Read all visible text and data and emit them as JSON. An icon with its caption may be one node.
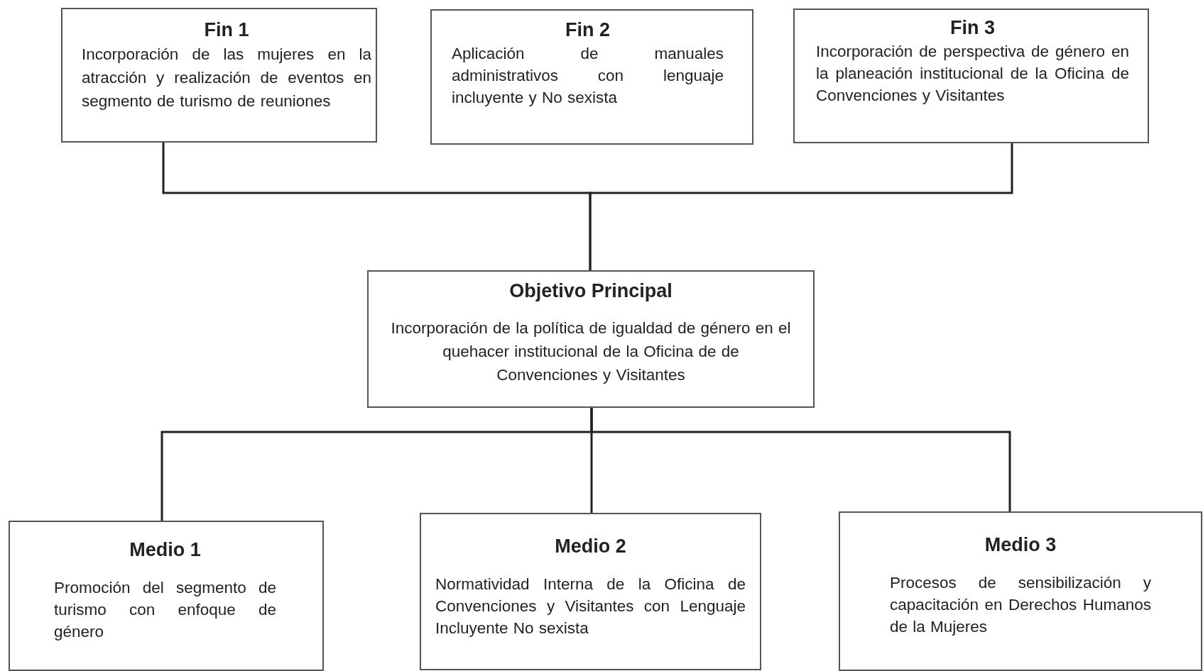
{
  "diagram": {
    "nodes": [
      {
        "text": [
          "Fin 1",
          "Incorporación de las mujeres en la atracción y realización de eventos en segmento de turismo de reuniones"
        ]
      },
      {
        "text": [
          "Fin 2",
          "Aplicación de manuales administrativos con lenguaje incluyente y No sexista"
        ]
      },
      {
        "text": [
          "Fin 3",
          "Incorporación de perspectiva de género en la planeación institucional de la Oficina de Convenciones y Visitantes"
        ]
      },
      {
        "text": [
          "Objetivo Principal",
          "Incorporación de la política de  igualdad de género en el quehacer institucional de la Oficina de de Convenciones y Visitantes"
        ]
      },
      {
        "text": [
          "Medio 1",
          "Promoción del segmento de turismo con enfoque de género"
        ]
      },
      {
        "text": [
          "Medio 2",
          "Normatividad Interna de la Oficina de Convenciones y Visitantes con Lenguaje Incluyente No sexista"
        ]
      },
      {
        "text": [
          "Medio 3",
          "Procesos de sensibilización y capacitación en Derechos Humanos de la Mujeres"
        ]
      }
    ],
    "edges": [
      {
        "from": 0,
        "to": 3,
        "arrow": "none"
      },
      {
        "from": 2,
        "to": 3,
        "arrow": "none"
      },
      {
        "from": 3,
        "to": 4,
        "arrow": "none"
      },
      {
        "from": 3,
        "to": 5,
        "arrow": "none"
      },
      {
        "from": 3,
        "to": 6,
        "arrow": "none"
      }
    ]
  }
}
